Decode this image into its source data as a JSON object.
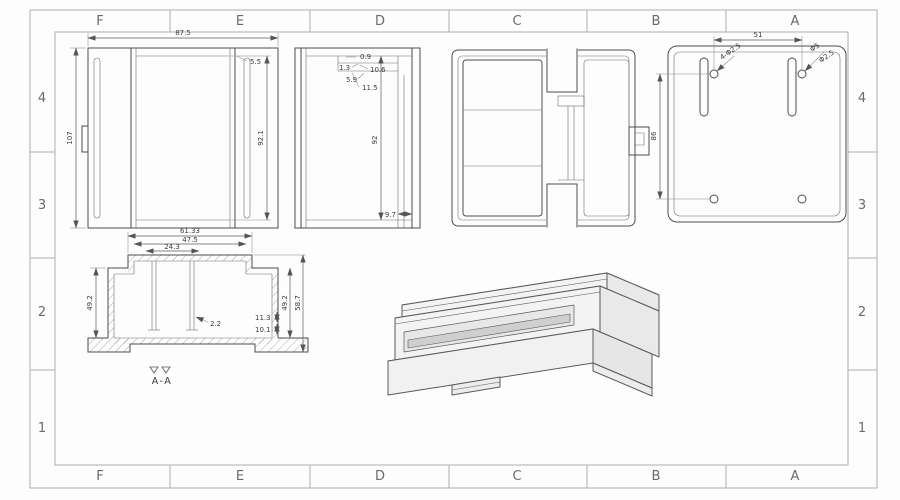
{
  "sheet": {
    "zones_top": [
      "F",
      "E",
      "D",
      "C",
      "B",
      "A"
    ],
    "zones_bottom": [
      "F",
      "E",
      "D",
      "C",
      "B",
      "A"
    ],
    "zones_left": [
      "4",
      "3",
      "2",
      "1"
    ],
    "zones_right": [
      "4",
      "3",
      "2",
      "1"
    ]
  },
  "colors": {
    "line": "#4d4d4d",
    "frame": "#a9adb2",
    "dim_text": "#3c3c3c"
  },
  "views": {
    "front": {
      "dim_width": "87.5",
      "dim_lip": "5.5",
      "dim_height": "107",
      "dim_inner_height": "92.1"
    },
    "side": {
      "small_dims": [
        "0.9",
        "1.3",
        "10.6",
        "5.9",
        "11.5"
      ],
      "dim_body_height": "92",
      "dim_rail_width": "9.7"
    },
    "top": {
      "dim_hole_spacing_h": "51",
      "dim_hole_spacing_v": "86",
      "label_holes": "4-Φ2.5",
      "label_hole_outer": "Φ5",
      "label_hole_inner": "Φ2.5"
    },
    "section": {
      "label": "A-A",
      "top_dims": [
        "61.33",
        "47.5",
        "24.3"
      ],
      "dim_left_height": "49.2",
      "dim_rib_thickness": "2.2",
      "right_small_dims": [
        "11.3",
        "10.1"
      ],
      "dim_right_height": "49.2",
      "dim_overall_height": "58.7"
    }
  }
}
